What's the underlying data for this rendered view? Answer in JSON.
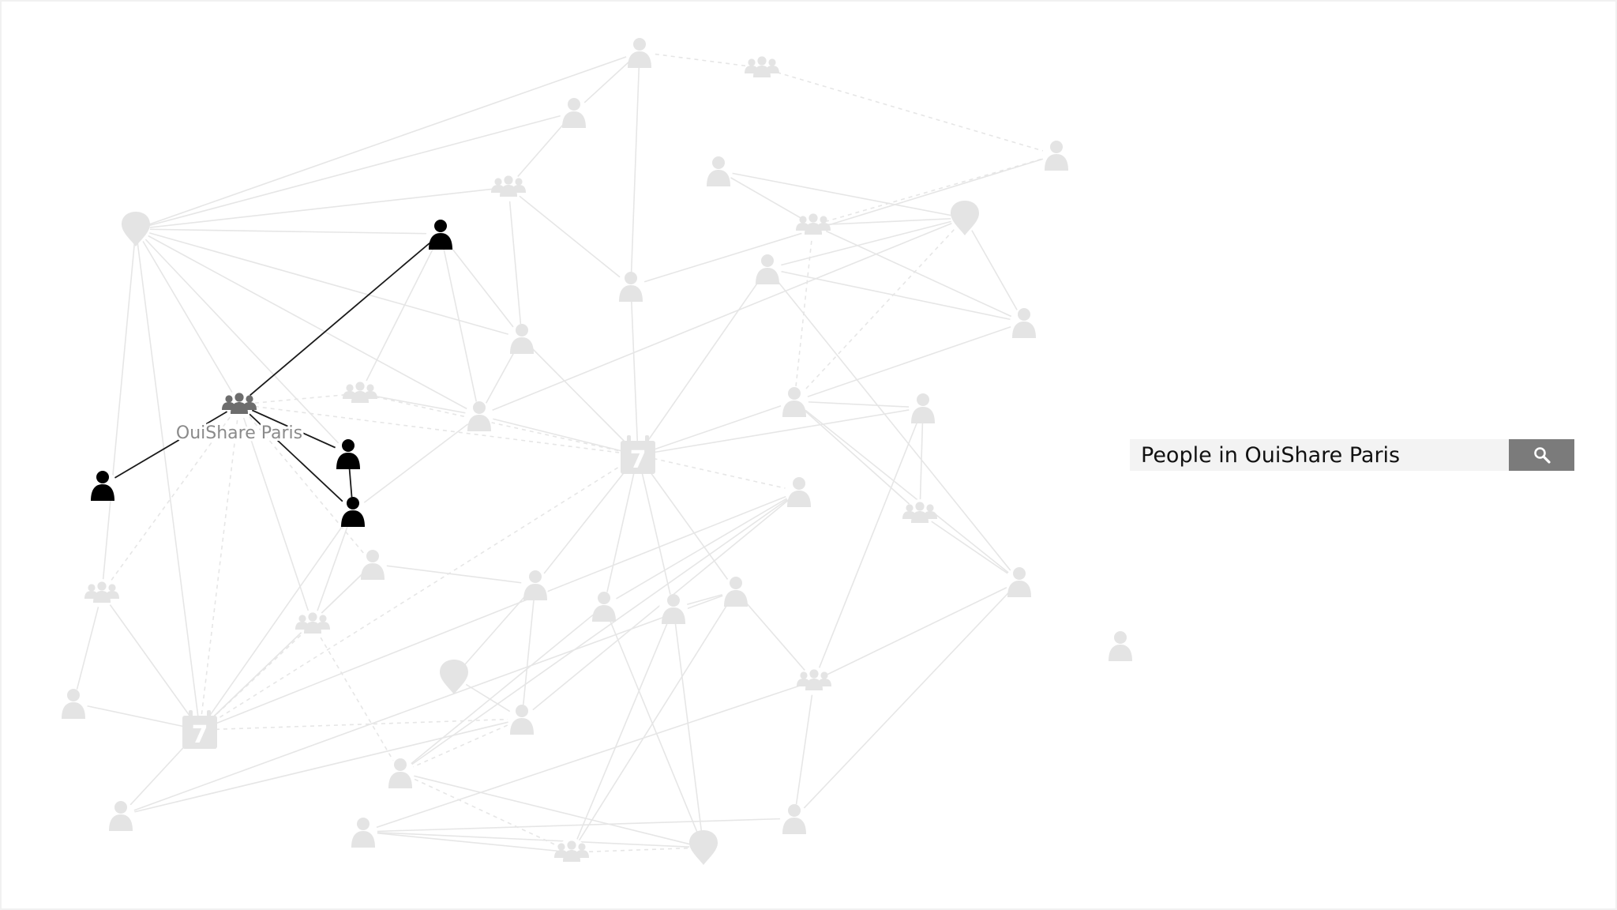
{
  "colors": {
    "node_default": "#e4e4e4",
    "node_highlight": "#000000",
    "group_highlight": "#6d6d6d",
    "edge_default": "#e6e6e6",
    "edge_highlight": "#1a1a1a",
    "label": "#8a8a8a",
    "search_bg": "#f3f3f3",
    "search_button": "#7b7b7b"
  },
  "graph": {
    "highlight_label": "OuiShare Paris",
    "event_day": "7",
    "nodes": [
      {
        "id": "p1",
        "type": "person",
        "state": "muted"
      },
      {
        "id": "g1",
        "type": "group",
        "state": "muted"
      },
      {
        "id": "p2",
        "type": "person",
        "state": "muted"
      },
      {
        "id": "g2",
        "type": "group",
        "state": "muted"
      },
      {
        "id": "pin1",
        "type": "place",
        "state": "muted"
      },
      {
        "id": "ph1",
        "type": "person",
        "state": "highlight"
      },
      {
        "id": "p3",
        "type": "person",
        "state": "muted"
      },
      {
        "id": "p4",
        "type": "person",
        "state": "muted"
      },
      {
        "id": "g3",
        "type": "group",
        "state": "muted"
      },
      {
        "id": "pin2",
        "type": "place",
        "state": "muted"
      },
      {
        "id": "p5",
        "type": "person",
        "state": "muted"
      },
      {
        "id": "p6",
        "type": "person",
        "state": "muted"
      },
      {
        "id": "p7",
        "type": "person",
        "state": "muted"
      },
      {
        "id": "gh",
        "type": "group",
        "state": "highlight"
      },
      {
        "id": "g4",
        "type": "group",
        "state": "muted"
      },
      {
        "id": "p8",
        "type": "person",
        "state": "muted"
      },
      {
        "id": "ph2",
        "type": "person",
        "state": "highlight"
      },
      {
        "id": "ph3",
        "type": "person",
        "state": "highlight"
      },
      {
        "id": "ph4",
        "type": "person",
        "state": "highlight"
      },
      {
        "id": "cal1",
        "type": "event",
        "state": "muted"
      },
      {
        "id": "p9",
        "type": "person",
        "state": "muted"
      },
      {
        "id": "p10",
        "type": "person",
        "state": "muted"
      },
      {
        "id": "p11",
        "type": "person",
        "state": "muted"
      },
      {
        "id": "p12",
        "type": "person",
        "state": "muted"
      },
      {
        "id": "p13",
        "type": "person",
        "state": "muted"
      },
      {
        "id": "g5",
        "type": "group",
        "state": "muted"
      },
      {
        "id": "p14",
        "type": "person",
        "state": "muted"
      },
      {
        "id": "g6",
        "type": "group",
        "state": "muted"
      },
      {
        "id": "p15",
        "type": "person",
        "state": "muted"
      },
      {
        "id": "p16",
        "type": "person",
        "state": "muted"
      },
      {
        "id": "p17",
        "type": "person",
        "state": "muted"
      },
      {
        "id": "p18",
        "type": "person",
        "state": "muted"
      },
      {
        "id": "g7",
        "type": "group",
        "state": "muted"
      },
      {
        "id": "g8",
        "type": "group",
        "state": "muted"
      },
      {
        "id": "pin3",
        "type": "place",
        "state": "muted"
      },
      {
        "id": "p19",
        "type": "person",
        "state": "muted"
      },
      {
        "id": "cal2",
        "type": "event",
        "state": "muted"
      },
      {
        "id": "p20",
        "type": "person",
        "state": "muted"
      },
      {
        "id": "p21",
        "type": "person",
        "state": "muted"
      },
      {
        "id": "p22",
        "type": "person",
        "state": "muted"
      },
      {
        "id": "p23",
        "type": "person",
        "state": "muted"
      },
      {
        "id": "g9",
        "type": "group",
        "state": "muted"
      },
      {
        "id": "pin4",
        "type": "place",
        "state": "muted"
      },
      {
        "id": "p24",
        "type": "person",
        "state": "muted"
      }
    ],
    "edges": [
      [
        "ph1",
        "gh",
        "highlight"
      ],
      [
        "gh",
        "ph2",
        "highlight"
      ],
      [
        "gh",
        "ph3",
        "highlight"
      ],
      [
        "gh",
        "ph4",
        "highlight"
      ],
      [
        "ph3",
        "ph4",
        "highlight"
      ],
      [
        "p1",
        "g1",
        "dashed"
      ],
      [
        "p1",
        "p2",
        "solid"
      ],
      [
        "p1",
        "p5",
        "solid"
      ],
      [
        "p1",
        "pin1",
        "solid"
      ],
      [
        "p2",
        "g2",
        "solid"
      ],
      [
        "p2",
        "pin1",
        "solid"
      ],
      [
        "g2",
        "pin1",
        "solid"
      ],
      [
        "g2",
        "p5",
        "solid"
      ],
      [
        "g2",
        "p7",
        "solid"
      ],
      [
        "g1",
        "p4",
        "dashed"
      ],
      [
        "p4",
        "p5",
        "solid"
      ],
      [
        "p4",
        "g3",
        "dashed"
      ],
      [
        "g3",
        "pin2",
        "solid"
      ],
      [
        "g3",
        "p3",
        "solid"
      ],
      [
        "g3",
        "p6",
        "solid"
      ],
      [
        "g3",
        "p10",
        "dashed"
      ],
      [
        "pin2",
        "p6",
        "solid"
      ],
      [
        "pin2",
        "p3",
        "solid"
      ],
      [
        "pin2",
        "p9",
        "solid"
      ],
      [
        "pin2",
        "p8",
        "solid"
      ],
      [
        "pin2",
        "p10",
        "dashed"
      ],
      [
        "p5",
        "cal1",
        "solid"
      ],
      [
        "ph1",
        "p7",
        "solid"
      ],
      [
        "ph1",
        "g4",
        "solid"
      ],
      [
        "ph1",
        "p8",
        "solid"
      ],
      [
        "p7",
        "p8",
        "solid"
      ],
      [
        "p7",
        "cal1",
        "solid"
      ],
      [
        "pin1",
        "ph1",
        "solid"
      ],
      [
        "pin1",
        "p7",
        "solid"
      ],
      [
        "pin1",
        "gh",
        "solid"
      ],
      [
        "pin1",
        "p8",
        "solid"
      ],
      [
        "pin1",
        "cal2",
        "solid"
      ],
      [
        "pin1",
        "ph3",
        "solid"
      ],
      [
        "pin1",
        "g5",
        "solid"
      ],
      [
        "gh",
        "g4",
        "dashed"
      ],
      [
        "gh",
        "cal1",
        "dashed"
      ],
      [
        "gh",
        "g5",
        "dashed"
      ],
      [
        "gh",
        "g6",
        "solid"
      ],
      [
        "gh",
        "cal2",
        "dashed"
      ],
      [
        "gh",
        "p14",
        "dashed"
      ],
      [
        "g4",
        "p8",
        "solid"
      ],
      [
        "g4",
        "cal1",
        "dashed"
      ],
      [
        "p8",
        "ph4",
        "solid"
      ],
      [
        "p8",
        "cal1",
        "solid"
      ],
      [
        "cal1",
        "p6",
        "solid"
      ],
      [
        "cal1",
        "p9",
        "solid"
      ],
      [
        "cal1",
        "p11",
        "solid"
      ],
      [
        "cal1",
        "p15",
        "solid"
      ],
      [
        "cal1",
        "p16",
        "solid"
      ],
      [
        "cal1",
        "p17",
        "solid"
      ],
      [
        "cal1",
        "p18",
        "solid"
      ],
      [
        "cal1",
        "cal2",
        "dashed"
      ],
      [
        "cal1",
        "p12",
        "dashed"
      ],
      [
        "p9",
        "p6",
        "solid"
      ],
      [
        "p9",
        "p13",
        "solid"
      ],
      [
        "p11",
        "p10",
        "solid"
      ],
      [
        "p11",
        "g7",
        "solid"
      ],
      [
        "p10",
        "p13",
        "solid"
      ],
      [
        "p10",
        "g7",
        "solid"
      ],
      [
        "p13",
        "g8",
        "solid"
      ],
      [
        "p13",
        "p24",
        "solid"
      ],
      [
        "g8",
        "p23",
        "solid"
      ],
      [
        "g8",
        "p18",
        "solid"
      ],
      [
        "g8",
        "p11",
        "solid"
      ],
      [
        "g8",
        "p24",
        "solid"
      ],
      [
        "g7",
        "p13",
        "solid"
      ],
      [
        "p18",
        "p17",
        "solid"
      ],
      [
        "p18",
        "g9",
        "solid"
      ],
      [
        "p18",
        "p22",
        "solid"
      ],
      [
        "p14",
        "p15",
        "solid"
      ],
      [
        "p14",
        "cal2",
        "solid"
      ],
      [
        "p15",
        "pin3",
        "solid"
      ],
      [
        "p15",
        "p19",
        "solid"
      ],
      [
        "p16",
        "p12",
        "solid"
      ],
      [
        "p16",
        "p21",
        "solid"
      ],
      [
        "p16",
        "pin4",
        "solid"
      ],
      [
        "p17",
        "pin4",
        "solid"
      ],
      [
        "p17",
        "g9",
        "solid"
      ],
      [
        "g5",
        "p20",
        "solid"
      ],
      [
        "g5",
        "cal2",
        "solid"
      ],
      [
        "cal2",
        "p20",
        "solid"
      ],
      [
        "cal2",
        "p22",
        "solid"
      ],
      [
        "cal2",
        "p12",
        "solid"
      ],
      [
        "cal2",
        "g6",
        "dashed"
      ],
      [
        "cal2",
        "ph4",
        "solid"
      ],
      [
        "cal2",
        "p14",
        "solid"
      ],
      [
        "cal2",
        "p19",
        "dashed"
      ],
      [
        "g6",
        "ph4",
        "solid"
      ],
      [
        "g6",
        "p21",
        "dashed"
      ],
      [
        "p19",
        "pin3",
        "solid"
      ],
      [
        "p19",
        "p12",
        "solid"
      ],
      [
        "p19",
        "p22",
        "solid"
      ],
      [
        "p19",
        "p21",
        "dashed"
      ],
      [
        "p12",
        "p21",
        "solid"
      ],
      [
        "p21",
        "pin4",
        "solid"
      ],
      [
        "p21",
        "g9",
        "dashed"
      ],
      [
        "pin4",
        "p23",
        "solid"
      ],
      [
        "pin4",
        "g9",
        "dashed"
      ],
      [
        "p23",
        "p24",
        "solid"
      ],
      [
        "p23",
        "g9",
        "solid"
      ]
    ]
  },
  "search": {
    "query": "People in OuiShare Paris",
    "button_icon": "search-icon"
  }
}
